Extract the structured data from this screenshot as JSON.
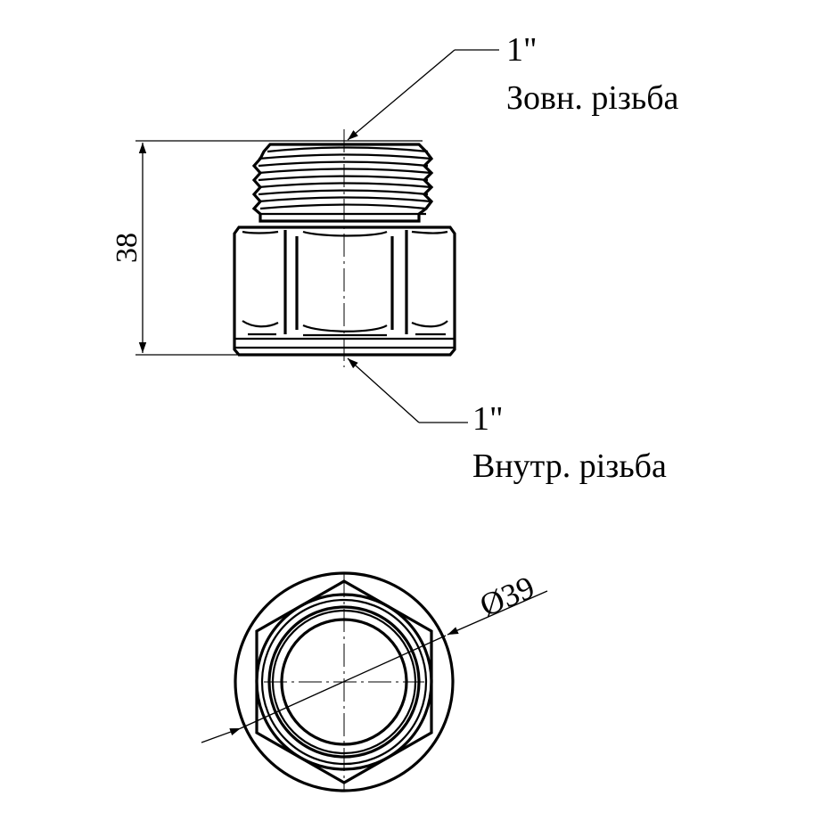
{
  "side_view": {
    "height_dimension": "38",
    "outer_thread": {
      "size": "1\"",
      "label": "Зовн. різьба"
    },
    "inner_thread": {
      "size": "1\"",
      "label": "Внутр. різьба"
    }
  },
  "top_view": {
    "diameter_dimension": "Ø39"
  }
}
